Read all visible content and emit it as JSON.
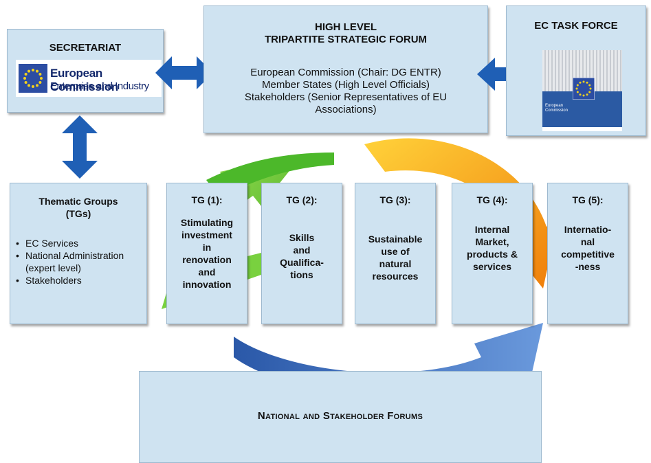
{
  "secretariat": {
    "title": "SECRETARIAT",
    "logo_line1": "European Commission",
    "logo_line2": "Enterprise and Industry"
  },
  "forum": {
    "title_line1": "HIGH LEVEL",
    "title_line2": "TRIPARTITE STRATEGIC FORUM",
    "line1": "European Commission (Chair: DG ENTR)",
    "line2": "Member States (High Level Officials)",
    "line3": "Stakeholders (Senior Representatives of EU",
    "line4": "Associations)"
  },
  "taskforce": {
    "title": "EC TASK FORCE",
    "logo_text_1": "European",
    "logo_text_2": "Commission"
  },
  "thematic": {
    "title_line1": "Thematic Groups",
    "title_line2": "(TGs)",
    "members": [
      "EC Services",
      "National Administration (expert level)",
      "Stakeholders"
    ]
  },
  "tgs": [
    {
      "head": "TG (1):",
      "lines": [
        "Stimulating",
        "investment",
        "in",
        "renovation",
        "and",
        "innovation"
      ]
    },
    {
      "head": "TG (2):",
      "lines": [
        "Skills",
        "and",
        "Qualifica-",
        "tions"
      ]
    },
    {
      "head": "TG (3):",
      "lines": [
        "Sustainable",
        "use of",
        "natural",
        "resources"
      ]
    },
    {
      "head": "TG (4):",
      "lines": [
        "Internal",
        "Market,",
        "products &",
        "services"
      ]
    },
    {
      "head": "TG (5):",
      "lines": [
        "Internatio-",
        "nal",
        "competitive",
        "-ness"
      ]
    }
  ],
  "national": {
    "label": "National and Stakeholder Forums"
  },
  "colors": {
    "box_fill": "#cfe3f1",
    "arrow_blue": "#1f5fb5",
    "cycle_green": "#5cc12c",
    "cycle_orange": "#f39a12",
    "cycle_blue": "#3c6ec0"
  }
}
